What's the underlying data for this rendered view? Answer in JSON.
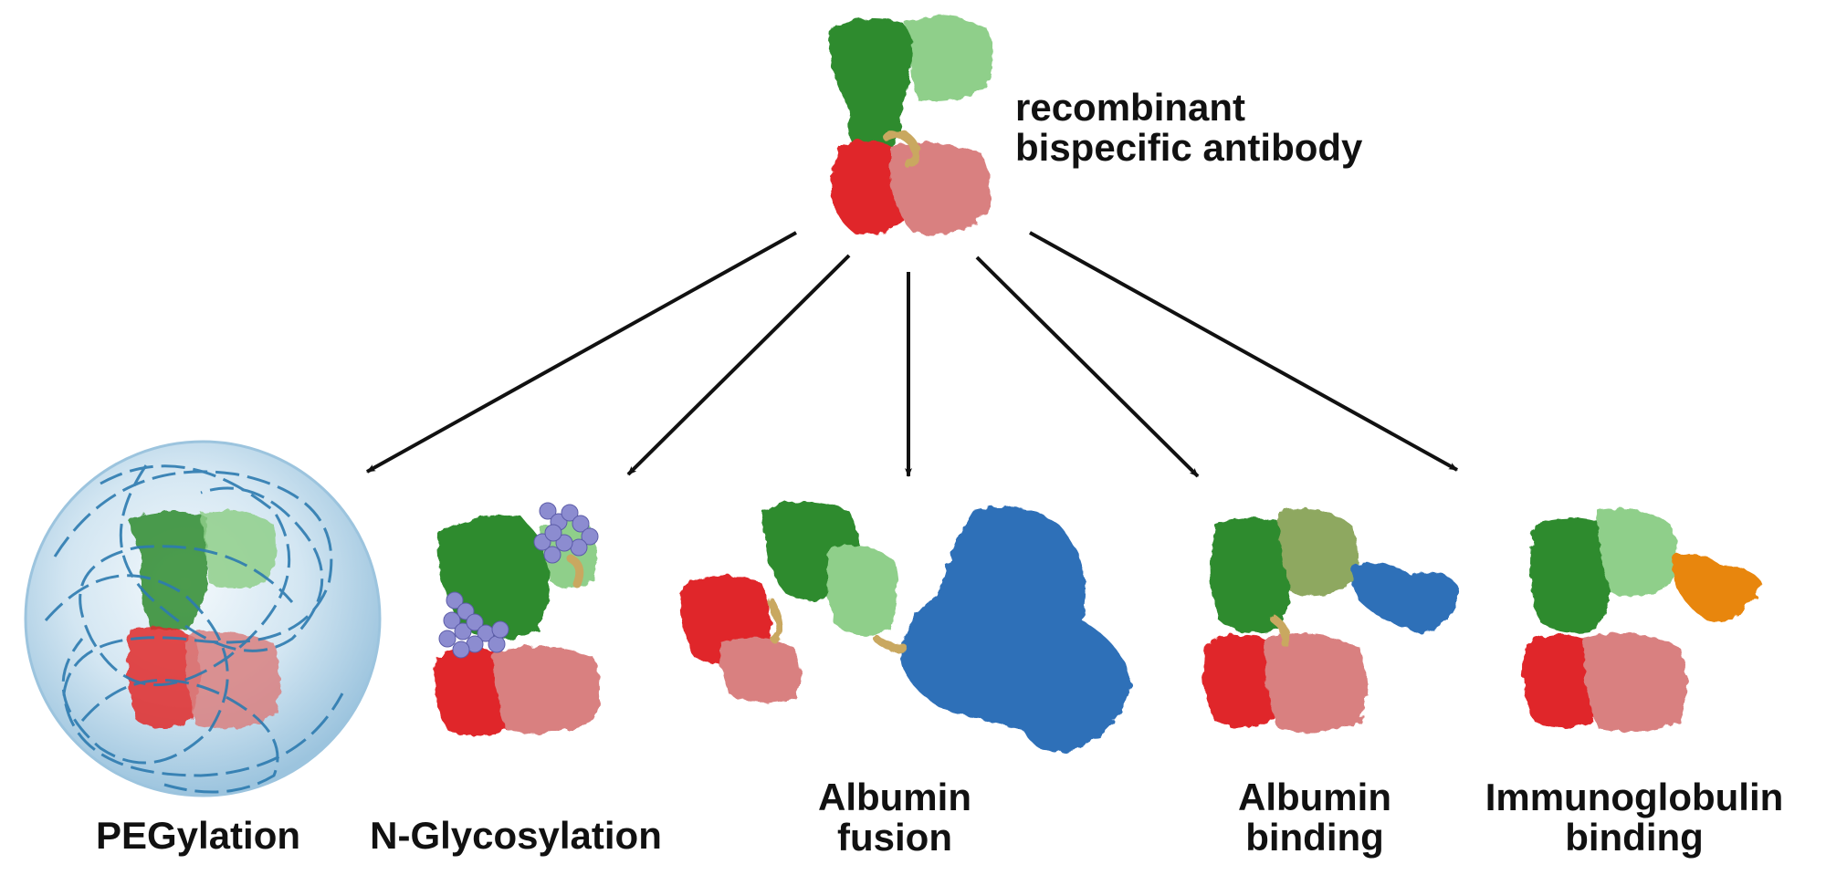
{
  "top": {
    "label_line1": "recombinant",
    "label_line2": "bispecific antibody"
  },
  "strategies": [
    {
      "line1": "PEGylation",
      "line2": ""
    },
    {
      "line1": "N-Glycosylation",
      "line2": ""
    },
    {
      "line1": "Albumin",
      "line2": "fusion"
    },
    {
      "line1": "Albumin",
      "line2": "binding"
    },
    {
      "line1": "Immunoglobulin",
      "line2": "binding"
    }
  ],
  "colors": {
    "heavy_green": "#2e8b2e",
    "light_green": "#8fcf8a",
    "olive_green": "#8ea860",
    "red": "#e0282a",
    "pink": "#d98080",
    "linker_tan": "#c9a860",
    "peg_lilac": "#8c8cd0",
    "albumin_blue": "#2f6fb8",
    "ig_orange": "#e8860f",
    "sphere_blue": "#bcd8ea",
    "arrow": "#111111"
  },
  "icons": {
    "top": "bispecific-antibody-icon",
    "peg": "pegylated-antibody-icon",
    "nglyco": "glycosylated-antibody-icon",
    "albfusion": "albumin-fusion-antibody-icon",
    "albbind": "albumin-binding-antibody-icon",
    "igbind": "ig-binding-antibody-icon"
  }
}
